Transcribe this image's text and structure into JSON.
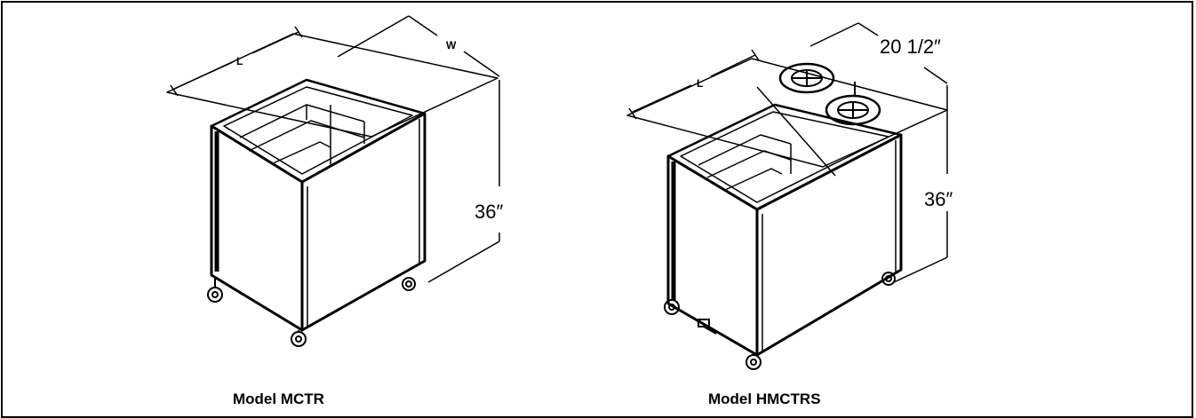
{
  "left_cart": {
    "length_letter": "L",
    "width_letter": "W",
    "height_label": "36″",
    "caption": "Model MCTR"
  },
  "right_cart": {
    "length_letter": "L",
    "width_label": "20 1/2″",
    "height_label": "36″",
    "caption": "Model HMCTRS"
  }
}
